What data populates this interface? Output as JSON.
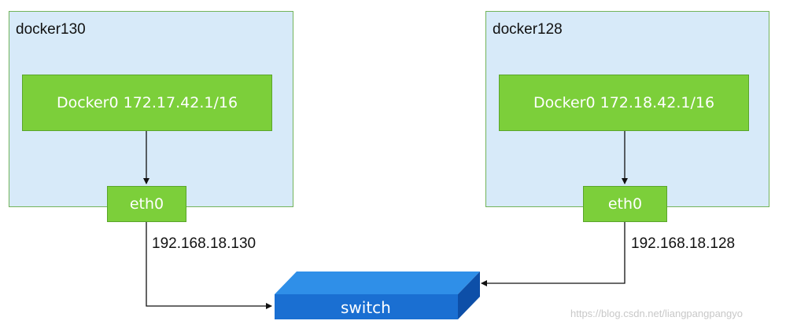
{
  "hosts": [
    {
      "name": "docker130",
      "bridge": "Docker0 172.17.42.1/16",
      "interface": "eth0",
      "ip": "192.168.18.130"
    },
    {
      "name": "docker128",
      "bridge": "Docker0 172.18.42.1/16",
      "interface": "eth0",
      "ip": "192.168.18.128"
    }
  ],
  "switch": {
    "label": "switch"
  },
  "watermark": "https://blog.csdn.net/liangpangpangyo",
  "colors": {
    "host_fill": "#d7eaf9",
    "host_border": "#72b35a",
    "node_fill": "#7ccf3a",
    "node_border": "#5aa52b",
    "switch_top": "#2f8fe8",
    "switch_front": "#1a6fd2",
    "switch_side": "#0d4fa8"
  }
}
